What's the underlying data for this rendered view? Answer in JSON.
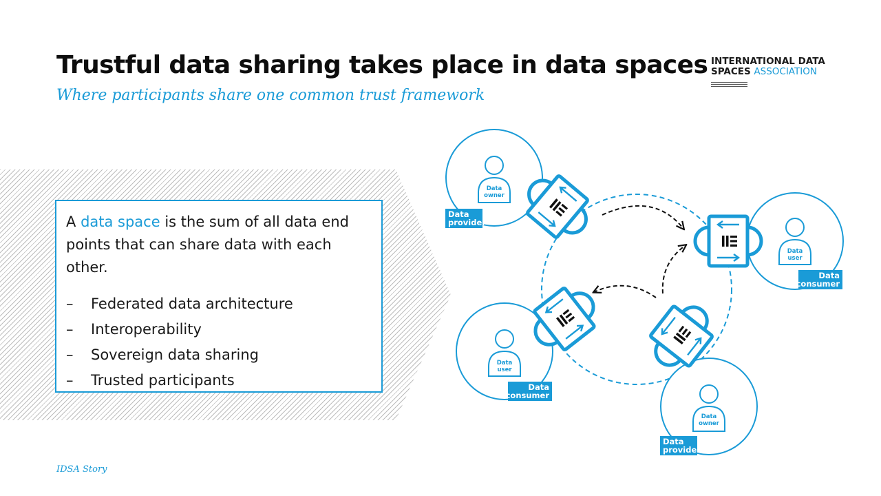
{
  "header": {
    "title": "Trustful data sharing takes place in data spaces",
    "subtitle": "Where participants share one common trust framework"
  },
  "logo": {
    "line1": "INTERNATIONAL DATA",
    "line2_bold": "SPACES",
    "line2_accent": "ASSOCIATION"
  },
  "card": {
    "intro_before": "A",
    "intro_highlight": "data space",
    "intro_after": "is the sum of all data end points that can share data with each other.",
    "bullet_glyph": "–",
    "bullets": [
      "Federated data architecture",
      "Interoperability",
      "Sovereign data sharing",
      "Trusted participants"
    ]
  },
  "diagram": {
    "participants": [
      {
        "role_line1": "Data",
        "role_line2": "owner",
        "tag_line1": "Data",
        "tag_line2": "provider"
      },
      {
        "role_line1": "Data",
        "role_line2": "user",
        "tag_line1": "Data",
        "tag_line2": "consumer"
      },
      {
        "role_line1": "Data",
        "role_line2": "user",
        "tag_line1": "Data",
        "tag_line2": "consumer"
      },
      {
        "role_line1": "Data",
        "role_line2": "owner",
        "tag_line1": "Data",
        "tag_line2": "provider"
      }
    ]
  },
  "colors": {
    "accent": "#1a9bd7",
    "text": "#111111",
    "hatch": "#bdbdbd"
  },
  "footer": {
    "label": "IDSA Story"
  }
}
